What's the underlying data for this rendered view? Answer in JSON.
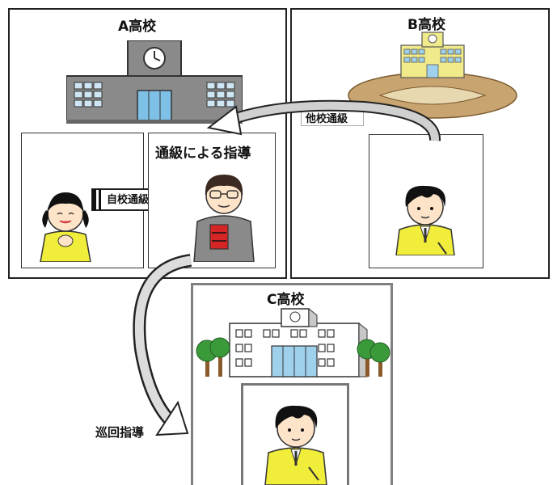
{
  "schools": {
    "a": {
      "title": "A高校"
    },
    "b": {
      "title": "B高校"
    },
    "c": {
      "title": "C高校"
    }
  },
  "labels": {
    "jiko": "自校通級",
    "shidou": "通級による指導",
    "tako": "他校通級",
    "junkai": "巡回指導"
  },
  "colors": {
    "panel_border": "#222222",
    "c_border": "#808080",
    "building": "#8c8c8c",
    "window": "#cfe7f5",
    "tree_green": "#3a9a3a",
    "student_shirt": "#f0ee3a",
    "teacher_book": "#d62525",
    "arrow_gray": "#c8c8c8"
  }
}
